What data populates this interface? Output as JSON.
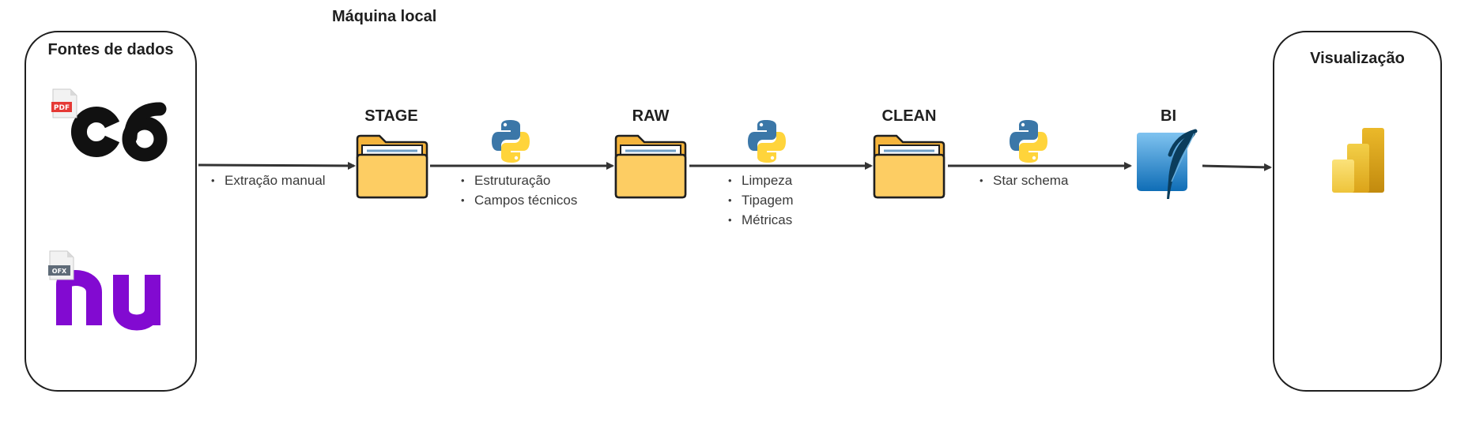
{
  "title": "Máquina local",
  "sources": {
    "heading": "Fontes de dados",
    "items": [
      {
        "brand": "C6",
        "file_badge": "PDF",
        "icon": "c6-bank-logo-icon"
      },
      {
        "brand": "nu",
        "file_badge": "OFX",
        "icon": "nubank-logo-icon"
      }
    ]
  },
  "visualization": {
    "heading": "Visualização",
    "icon": "power-bi-icon"
  },
  "stages": [
    {
      "label": "STAGE",
      "icon": "folder-icon"
    },
    {
      "label": "RAW",
      "icon": "folder-icon"
    },
    {
      "label": "CLEAN",
      "icon": "folder-icon"
    },
    {
      "label": "BI",
      "icon": "sqlite-icon"
    }
  ],
  "steps": [
    {
      "bullets": [
        "Extração manual"
      ]
    },
    {
      "icon": "python-icon",
      "bullets": [
        "Estruturação",
        "Campos técnicos"
      ]
    },
    {
      "icon": "python-icon",
      "bullets": [
        "Limpeza",
        "Tipagem",
        "Métricas"
      ]
    },
    {
      "icon": "python-icon",
      "bullets": [
        "Star schema"
      ]
    }
  ],
  "colors": {
    "folder": "#FDCD63",
    "c6": "#111111",
    "nubank": "#820AD1",
    "powerbi": "#E8B422",
    "python_blue": "#3B77A8",
    "python_yellow": "#FFD43B",
    "sqlite": "#0F80CC"
  }
}
